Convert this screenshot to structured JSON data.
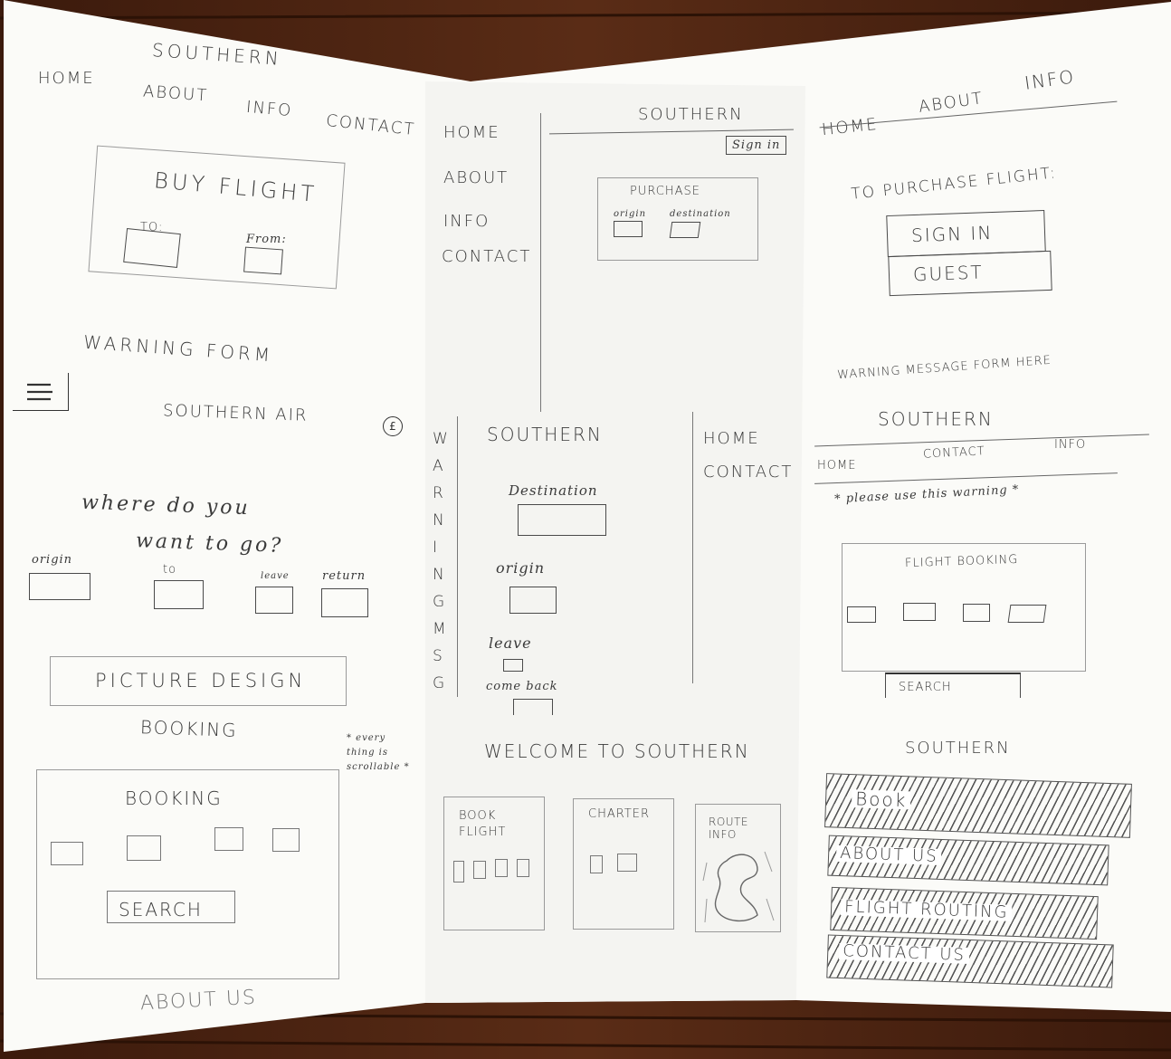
{
  "sketch1": {
    "brand": "SOUTHERN",
    "nav": [
      "HOME",
      "ABOUT",
      "INFO",
      "CONTACT"
    ],
    "form_title": "BUY FLIGHT",
    "to_label": "TO:",
    "from_label": "From:",
    "footer_note": "WARNING FORM"
  },
  "sketch2": {
    "side_nav": [
      "HOME",
      "ABOUT",
      "INFO",
      "CONTACT"
    ],
    "brand": "SOUTHERN",
    "sign_in": "Sign in",
    "purchase_title": "PURCHASE",
    "origin_label": "origin",
    "destination_label": "destination"
  },
  "sketch3": {
    "nav": [
      "HOME",
      "ABOUT",
      "INFO"
    ],
    "prompt": "TO PURCHASE FLIGHT:",
    "sign_in_option": "SIGN IN",
    "guest_option": "GUEST",
    "footer_note": "WARNING MESSAGE FORM HERE"
  },
  "sketch4": {
    "menu_icon": "hamburger-icon",
    "brand": "SOUTHERN AIR",
    "question_line1": "where do you",
    "question_line2": "want to go?",
    "fields": [
      "origin",
      "to",
      "leave",
      "return"
    ],
    "picture_banner": "PICTURE DESIGN"
  },
  "sketch5": {
    "vertical_warning": "WARNING MSG",
    "brand": "SOUTHERN",
    "destination_label": "Destination",
    "origin_label": "origin",
    "leave_label": "leave",
    "come_back_label": "come back",
    "side_nav": [
      "HOME",
      "CONTACT"
    ]
  },
  "sketch6": {
    "brand": "SOUTHERN",
    "nav": [
      "HOME",
      "CONTACT",
      "INFO"
    ],
    "warning_note": "* please use this warning *",
    "card_title": "FLIGHT BOOKING",
    "search_label": "SEARCH"
  },
  "sketch7": {
    "heading": "BOOKING",
    "note": "* every thing is scrollable *",
    "card_title": "BOOKING",
    "search_label": "SEARCH",
    "footer": "ABOUT US"
  },
  "sketch8": {
    "welcome": "WELCOME TO SOUTHERN",
    "cards": [
      "BOOK FLIGHT",
      "CHARTER",
      "ROUTE INFO"
    ]
  },
  "sketch9": {
    "brand": "SOUTHERN",
    "menu": [
      "Book",
      "ABOUT US",
      "FLIGHT ROUTING",
      "CONTACT US"
    ]
  },
  "colors": {
    "paper": "#fbfbf8",
    "pencil": "#3a3a3a",
    "table": "#4a2414"
  }
}
